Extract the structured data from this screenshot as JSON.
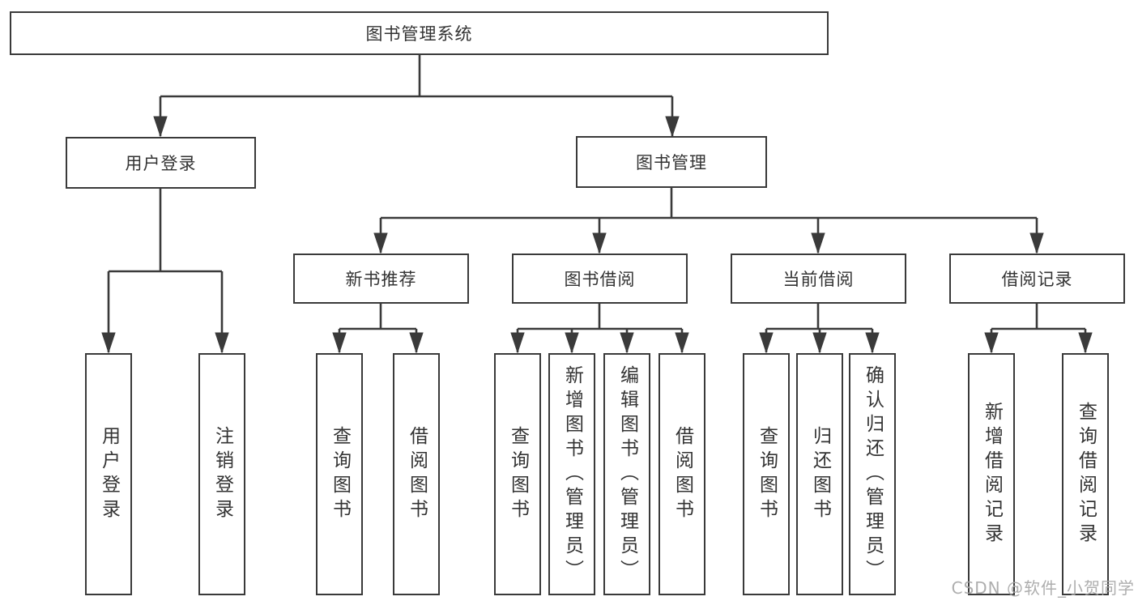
{
  "diagram": {
    "title": "图书管理系统",
    "branches": [
      {
        "label": "用户登录",
        "children": [
          {
            "label": "用户登录"
          },
          {
            "label": "注销登录"
          }
        ]
      },
      {
        "label": "图书管理",
        "children": [
          {
            "label": "新书推荐",
            "children": [
              {
                "label": "查询图书"
              },
              {
                "label": "借阅图书"
              }
            ]
          },
          {
            "label": "图书借阅",
            "children": [
              {
                "label": "查询图书"
              },
              {
                "label": "新增图书（管理员）"
              },
              {
                "label": "编辑图书（管理员）"
              },
              {
                "label": "借阅图书"
              }
            ]
          },
          {
            "label": "当前借阅",
            "children": [
              {
                "label": "查询图书"
              },
              {
                "label": "归还图书"
              },
              {
                "label": "确认归还（管理员）"
              }
            ]
          },
          {
            "label": "借阅记录",
            "children": [
              {
                "label": "新增借阅记录"
              },
              {
                "label": "查询借阅记录"
              }
            ]
          }
        ]
      }
    ]
  },
  "watermark": "CSDN @软件_小贺同学",
  "style": {
    "line_color": "#3a3a3a",
    "text_color": "#333333",
    "background_color": "#ffffff",
    "watermark_color": "#a5a5a5"
  }
}
